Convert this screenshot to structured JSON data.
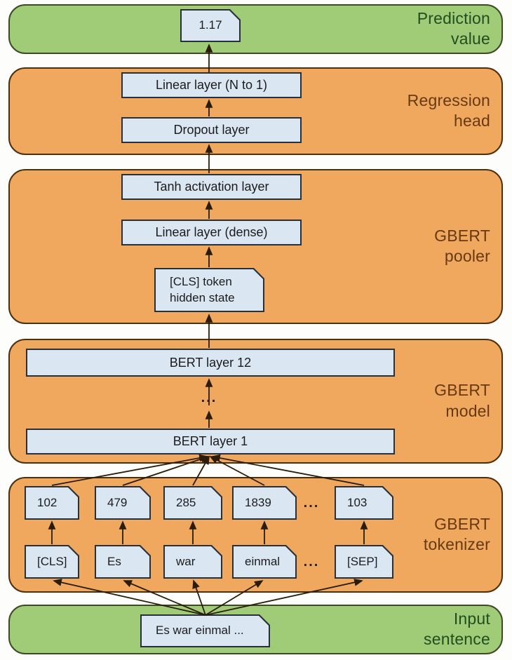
{
  "colors": {
    "band_green": "#a0cb77",
    "band_green_border": "#3d4a24",
    "band_orange": "#f0a85e",
    "band_orange_border": "#4c2f0c",
    "node_fill": "#dbe6f3",
    "node_border": "#26313c",
    "label_green": "#1f4e21",
    "label_orange": "#663a0e",
    "arrow": "#2a1c08"
  },
  "bands": {
    "prediction": {
      "label": "Prediction\nvalue",
      "value": "1.17"
    },
    "regression": {
      "label": "Regression\nhead",
      "linear": "Linear layer (N to 1)",
      "dropout": "Dropout layer"
    },
    "pooler": {
      "label": "GBERT\npooler",
      "tanh": "Tanh activation layer",
      "dense": "Linear layer (dense)",
      "cls": "[CLS] token\nhidden state"
    },
    "model": {
      "label": "GBERT\nmodel",
      "layer12": "BERT layer 12",
      "ellipsis": "...",
      "layer1": "BERT layer 1"
    },
    "tokenizer": {
      "label": "GBERT\ntokenizer",
      "ids": [
        "102",
        "479",
        "285",
        "1839",
        "103"
      ],
      "ids_ellipsis": "...",
      "tokens": [
        "[CLS]",
        "Es",
        "war",
        "einmal",
        "[SEP]"
      ],
      "tokens_ellipsis": "..."
    },
    "input": {
      "label": "Input\nsentence",
      "sentence": "Es war einmal ..."
    }
  }
}
